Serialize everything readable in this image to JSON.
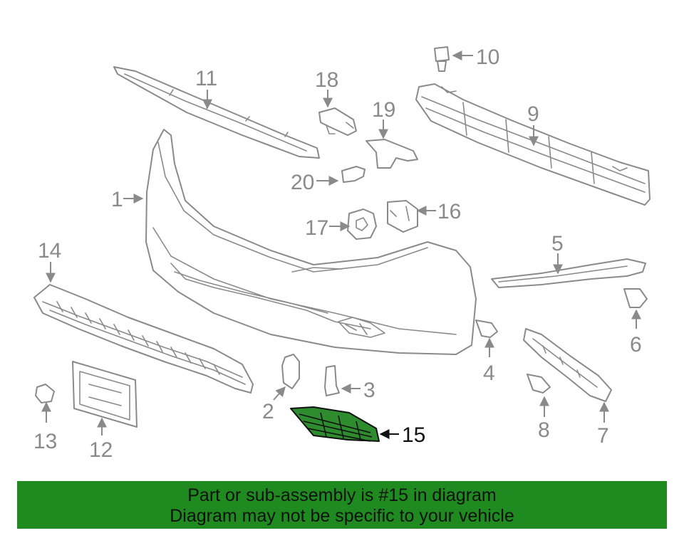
{
  "highlight_color": "#1f8a1f",
  "callouts": {
    "c1": "1",
    "c2": "2",
    "c3": "3",
    "c4": "4",
    "c5": "5",
    "c6": "6",
    "c7": "7",
    "c8": "8",
    "c9": "9",
    "c10": "10",
    "c11": "11",
    "c12": "12",
    "c13": "13",
    "c14": "14",
    "c15": "15",
    "c16": "16",
    "c17": "17",
    "c18": "18",
    "c19": "19",
    "c20": "20"
  },
  "banner": {
    "line1": "Part or sub-assembly is #15 in diagram",
    "line2": "Diagram may not be specific to your vehicle"
  }
}
